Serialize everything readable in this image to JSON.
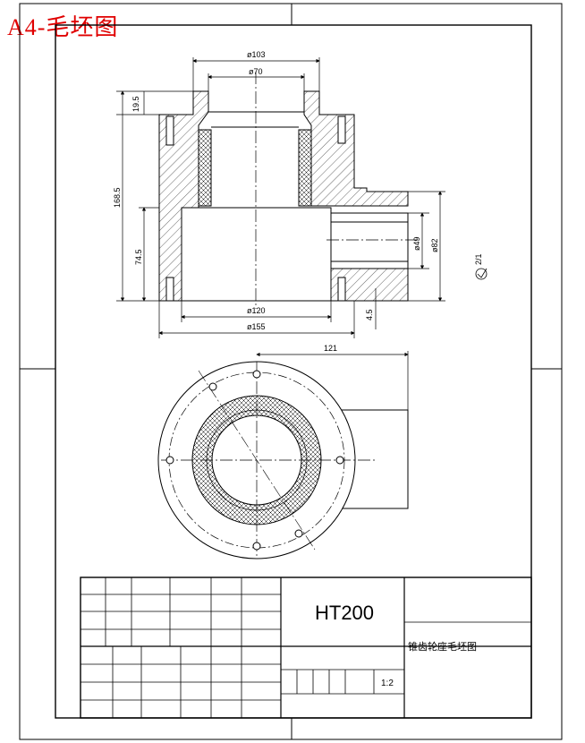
{
  "title": "A4-毛坯图",
  "dimensions": {
    "d103": "ø103",
    "d70": "ø70",
    "h19_5": "19.5",
    "h168_5": "168.5",
    "h74_5": "74.5",
    "d49": "ø49",
    "d82": "ø82",
    "d120": "ø120",
    "d155": "ø155",
    "h4_5": "4.5",
    "w121": "121"
  },
  "surface_note": "2/1",
  "title_block": {
    "material": "HT200",
    "drawing_name": "锥齿轮座毛坯图",
    "scale": "1:2"
  },
  "colors": {
    "title": "#e00000",
    "line": "#000000"
  }
}
